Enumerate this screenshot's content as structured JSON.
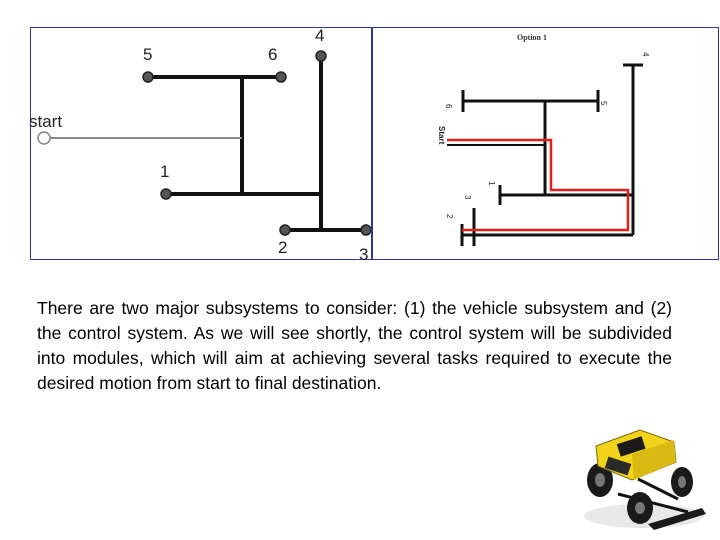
{
  "left_diagram": {
    "node_labels": [
      "5",
      "6",
      "4",
      "start",
      "1",
      "2",
      "3"
    ]
  },
  "right_diagram": {
    "title": "Option 1",
    "node_labels": [
      "4",
      "6",
      "5",
      "Start",
      "1",
      "3",
      "2"
    ]
  },
  "caption": "There are two major subsystems to consider: (1) the vehicle subsystem and (2) the control system.  As we will see shortly, the control system will be subdivided into modules, which will aim at achieving several tasks required to execute the desired motion from start to final destination.",
  "colors": {
    "track": "#111111",
    "route": "#e0201c",
    "frame": "#2b3a99",
    "robot": "#f2d21b"
  },
  "icons": {
    "robot": "robot-car-icon"
  }
}
